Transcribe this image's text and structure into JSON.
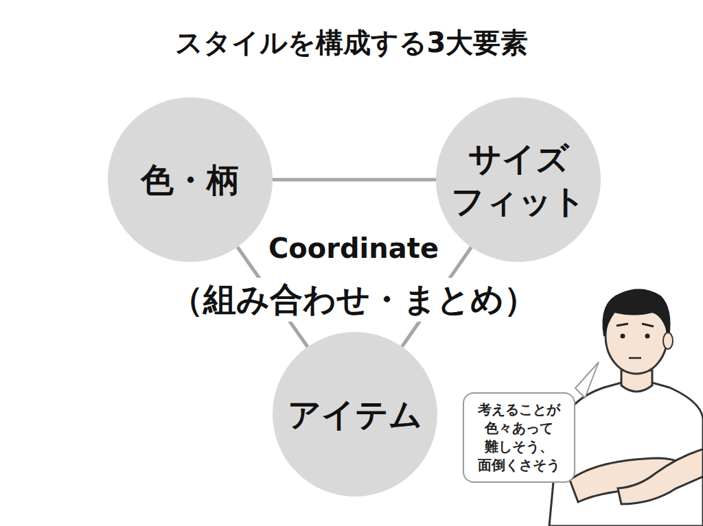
{
  "diagram": {
    "title": "スタイルを構成する3大要素",
    "nodes": [
      {
        "text": [
          "色・柄"
        ]
      },
      {
        "text": [
          "サイズ フィット"
        ]
      },
      {
        "text": [
          "アイテム"
        ]
      },
      {
        "text": [
          "考えることが 色々あって 難しそう、 面倒くさそう"
        ]
      }
    ],
    "edges": [
      {
        "from": 0,
        "to": 1,
        "arrow": "none"
      },
      {
        "from": 0,
        "to": 2,
        "arrow": "none"
      },
      {
        "from": 1,
        "to": 2,
        "arrow": "none"
      }
    ],
    "labels": [
      "Coordinate",
      "（組み合わせ・まとめ）"
    ]
  }
}
